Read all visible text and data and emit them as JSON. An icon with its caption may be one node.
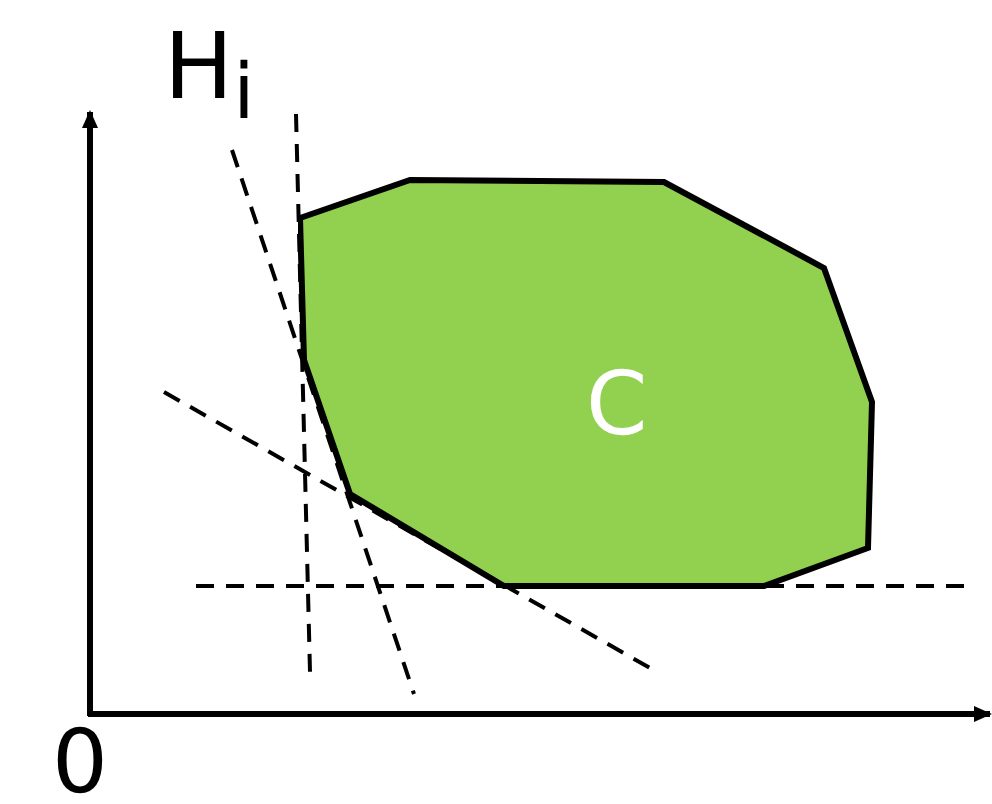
{
  "diagram": {
    "nodes": [
      {
        "text": [
          "C"
        ]
      }
    ],
    "labels": [
      "H$_{i}$",
      "0"
    ]
  }
}
